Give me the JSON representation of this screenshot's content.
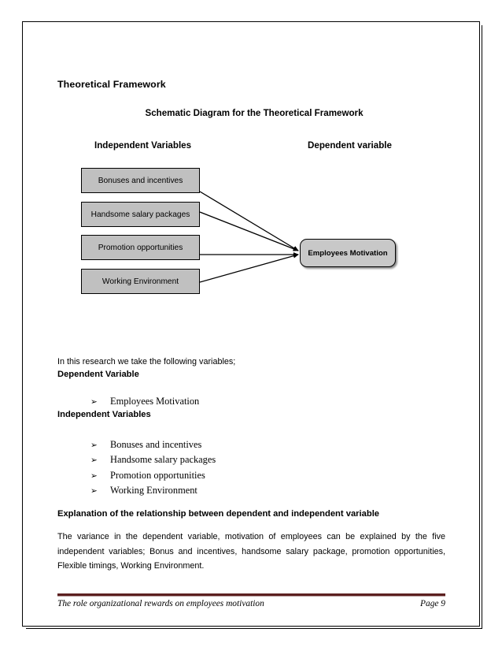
{
  "document": {
    "heading": "Theoretical Framework",
    "diagram_title": "Schematic Diagram for the Theoretical Framework",
    "column_label_left": "Independent Variables",
    "column_label_right": "Dependent variable"
  },
  "diagram": {
    "independent_boxes": [
      {
        "label": "Bonuses and incentives"
      },
      {
        "label": "Handsome salary packages"
      },
      {
        "label": "Promotion opportunities"
      },
      {
        "label": "Working Environment"
      }
    ],
    "dependent_box": {
      "label": "Employees Motivation"
    },
    "box_fill_color": "#c0c0c0",
    "dependent_fill_color": "#c8c8c8",
    "border_color": "#000000",
    "arrow_color": "#000000",
    "arrow_count": 4
  },
  "body": {
    "intro": "In this research we take the following variables;",
    "dependent_heading": "Dependent Variable",
    "dependent_items": [
      {
        "bullet": "➢",
        "text": "Employees Motivation"
      }
    ],
    "independent_heading": "Independent Variables",
    "independent_items": [
      {
        "bullet": "➢",
        "text": "Bonuses and incentives"
      },
      {
        "bullet": "➢",
        "text": "Handsome salary packages"
      },
      {
        "bullet": "➢",
        "text": "Promotion opportunities"
      },
      {
        "bullet": "➢",
        "text": "Working Environment"
      }
    ],
    "explanation_heading": "Explanation of the relationship between dependent and independent variable",
    "explanation_paragraph": "The variance in the dependent variable, motivation of employees can be explained by the five independent variables; Bonus and incentives, handsome salary package, promotion opportunities, Flexible timings, Working Environment."
  },
  "footer": {
    "title": "The role organizational rewards on employees motivation",
    "page_label": "Page 9",
    "rule_color": "#5c2020"
  }
}
